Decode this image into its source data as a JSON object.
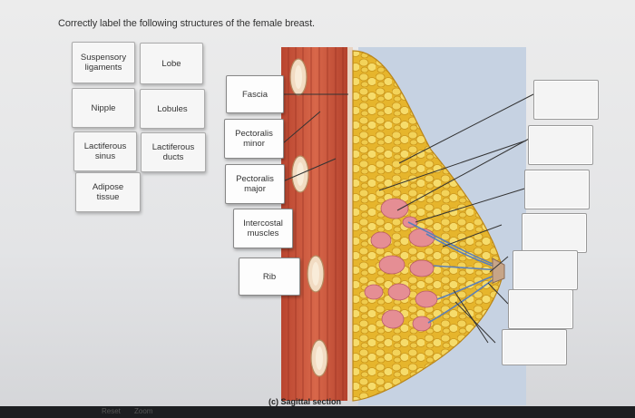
{
  "question": "Correctly label the following structures of the female breast.",
  "word_bank": [
    "Suspensory ligaments",
    "Lobe",
    "Nipple",
    "Lobules",
    "Lactiferous sinus",
    "Lactiferous ducts",
    "Adipose tissue"
  ],
  "figure_labels": {
    "fascia": "Fascia",
    "pectoralis_minor": "Pectoralis minor",
    "pectoralis_major": "Pectoralis major",
    "intercostal": "Intercostal muscles",
    "rib": "Rib"
  },
  "caption": "(c) Sagittal section",
  "footer": {
    "reset": "Reset",
    "zoom": "Zoom"
  },
  "drop_targets": 7
}
